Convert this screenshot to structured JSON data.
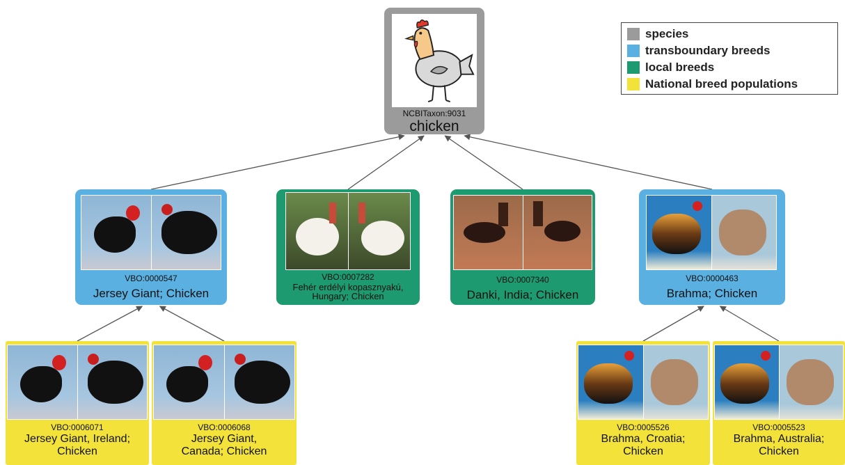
{
  "legend": {
    "items": [
      {
        "label": "species",
        "color": "#9b9b9b"
      },
      {
        "label": "transboundary breeds",
        "color": "#5ab0e0"
      },
      {
        "label": "local breeds",
        "color": "#1e9a70"
      },
      {
        "label": "National breed populations",
        "color": "#f2e23a"
      }
    ]
  },
  "nodes": {
    "species": {
      "id": "NCBITaxon:9031",
      "label": "chicken",
      "icon": "chicken-cartoon-icon"
    },
    "jersey": {
      "id": "VBO:0000547",
      "label": "Jersey Giant; Chicken",
      "photos": [
        "black hen",
        "black hen"
      ]
    },
    "feher": {
      "id": "VBO:0007282",
      "label": "Fehér erdélyi kopasznyakú, Hungary; Chicken",
      "photos": [
        "white naked-neck chicken",
        "white naked-neck chicken"
      ]
    },
    "danki": {
      "id": "VBO:0007340",
      "label": "Danki, India; Chicken",
      "photos": [
        "game rooster",
        "game rooster"
      ]
    },
    "brahma": {
      "id": "VBO:0000463",
      "label": "Brahma; Chicken",
      "photos": [
        "brahma rooster",
        "brahma hen"
      ]
    },
    "jersey_ireland": {
      "id": "VBO:0006071",
      "label": "Jersey Giant, Ireland; Chicken",
      "photos": [
        "black hen",
        "black hen"
      ]
    },
    "jersey_canada": {
      "id": "VBO:0006068",
      "label": "Jersey Giant, Canada; Chicken",
      "photos": [
        "black hen",
        "black hen"
      ]
    },
    "brahma_croatia": {
      "id": "VBO:0005526",
      "label": "Brahma, Croatia; Chicken",
      "photos": [
        "brahma rooster",
        "brahma hen"
      ]
    },
    "brahma_australia": {
      "id": "VBO:0005523",
      "label": "Brahma, Australia; Chicken",
      "photos": [
        "brahma rooster",
        "brahma hen"
      ]
    }
  },
  "edges": [
    [
      "jersey",
      "species"
    ],
    [
      "feher",
      "species"
    ],
    [
      "danki",
      "species"
    ],
    [
      "brahma",
      "species"
    ],
    [
      "jersey_ireland",
      "jersey"
    ],
    [
      "jersey_canada",
      "jersey"
    ],
    [
      "brahma_croatia",
      "brahma"
    ],
    [
      "brahma_australia",
      "brahma"
    ]
  ]
}
